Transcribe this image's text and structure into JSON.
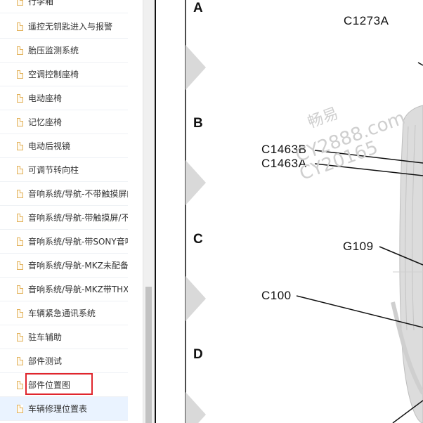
{
  "sidebar": {
    "items": [
      {
        "label": "行李箱"
      },
      {
        "label": "遥控无钥匙进入与报警"
      },
      {
        "label": "胎压监测系统"
      },
      {
        "label": "空调控制座椅"
      },
      {
        "label": "电动座椅"
      },
      {
        "label": "记忆座椅"
      },
      {
        "label": "电动后视镜"
      },
      {
        "label": "可调节转向柱"
      },
      {
        "label": "音响系统/导航-不带触摸屏的"
      },
      {
        "label": "音响系统/导航-带触摸屏/不带"
      },
      {
        "label": "音响系统/导航-带SONY音响的"
      },
      {
        "label": "音响系统/导航-MKZ未配备T"
      },
      {
        "label": "音响系统/导航-MKZ带THX"
      },
      {
        "label": "车辆紧急通讯系统"
      },
      {
        "label": "驻车辅助"
      },
      {
        "label": "部件测试"
      },
      {
        "label": "部件位置图"
      },
      {
        "label": "车辆修理位置表"
      }
    ],
    "selected_index": 17,
    "highlighted_index": 16,
    "icon": "document-icon"
  },
  "scrollbar": {
    "position_fraction": 0.68
  },
  "diagram": {
    "grid_rows": [
      "A",
      "B",
      "C",
      "D"
    ],
    "callouts": [
      "C1273A",
      "C1463B",
      "C1463A",
      "G109",
      "C100"
    ],
    "watermark": {
      "line1": "畅易",
      "line2": "CY2888.com",
      "line3": "CY20165"
    }
  },
  "colors": {
    "highlight": "#e0262d",
    "selected_bg": "#eaf3ff",
    "icon": "#e2b15a"
  }
}
